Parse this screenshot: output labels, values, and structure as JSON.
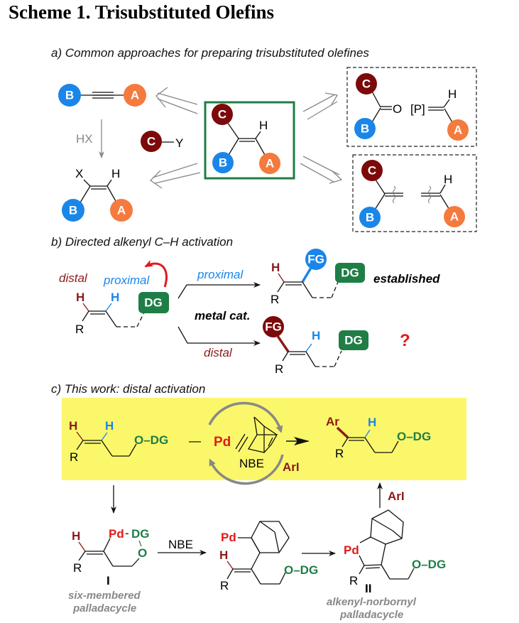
{
  "title": "Scheme 1. Trisubstituted Olefins",
  "colors": {
    "A": "#f47a3e",
    "B": "#1a86e8",
    "C": "#7c0a0a",
    "green": "#1e7e46",
    "red": "#e01a1a",
    "darkred": "#8b1a1a",
    "blue": "#1a86e8",
    "yellow": "#fbf76a",
    "gray": "#888888"
  },
  "section_a": {
    "heading": "a) Common approaches for preparing trisubstituted olefines",
    "alkyne": {
      "left": "B",
      "right": "A"
    },
    "hx_label": "HX",
    "cy": {
      "c": "C",
      "y": "Y"
    },
    "vinyl_halide": {
      "x": "X",
      "h": "H",
      "left": "B",
      "right": "A"
    },
    "target": {
      "c": "C",
      "h": "H",
      "b": "B",
      "a": "A"
    },
    "box1": {
      "c": "C",
      "b": "B",
      "o": "O",
      "p": "[P]",
      "h": "H",
      "a": "A"
    },
    "box2": {
      "c": "C",
      "b": "B",
      "h": "H",
      "a": "A"
    }
  },
  "section_b": {
    "heading": "b) Directed alkenyl C–H activation",
    "distal": "distal",
    "proximal": "proximal",
    "h": "H",
    "r": "R",
    "dg": "DG",
    "metal_cat": "metal cat.",
    "arrow_top": "proximal",
    "arrow_bottom": "distal",
    "fg": "FG",
    "established": "established",
    "question": "?"
  },
  "section_c": {
    "heading": "c) This work: distal activation",
    "h": "H",
    "r": "R",
    "o_dg": "O–DG",
    "dash": "—",
    "pd": "Pd",
    "nbe": "NBE",
    "ari": "ArI",
    "ar": "Ar",
    "pd_dg": "Pd",
    "dg_label": "DG",
    "o": "O",
    "dash_small": "-",
    "intermediate_I": "I",
    "intermediate_I_desc_1": "six-membered",
    "intermediate_I_desc_2": "palladacycle",
    "nbe_arrow": "NBE",
    "intermediate_II": "II",
    "intermediate_II_desc_1": "alkenyl-norbornyl",
    "intermediate_II_desc_2": "palladacycle",
    "ari_up": "ArI"
  }
}
